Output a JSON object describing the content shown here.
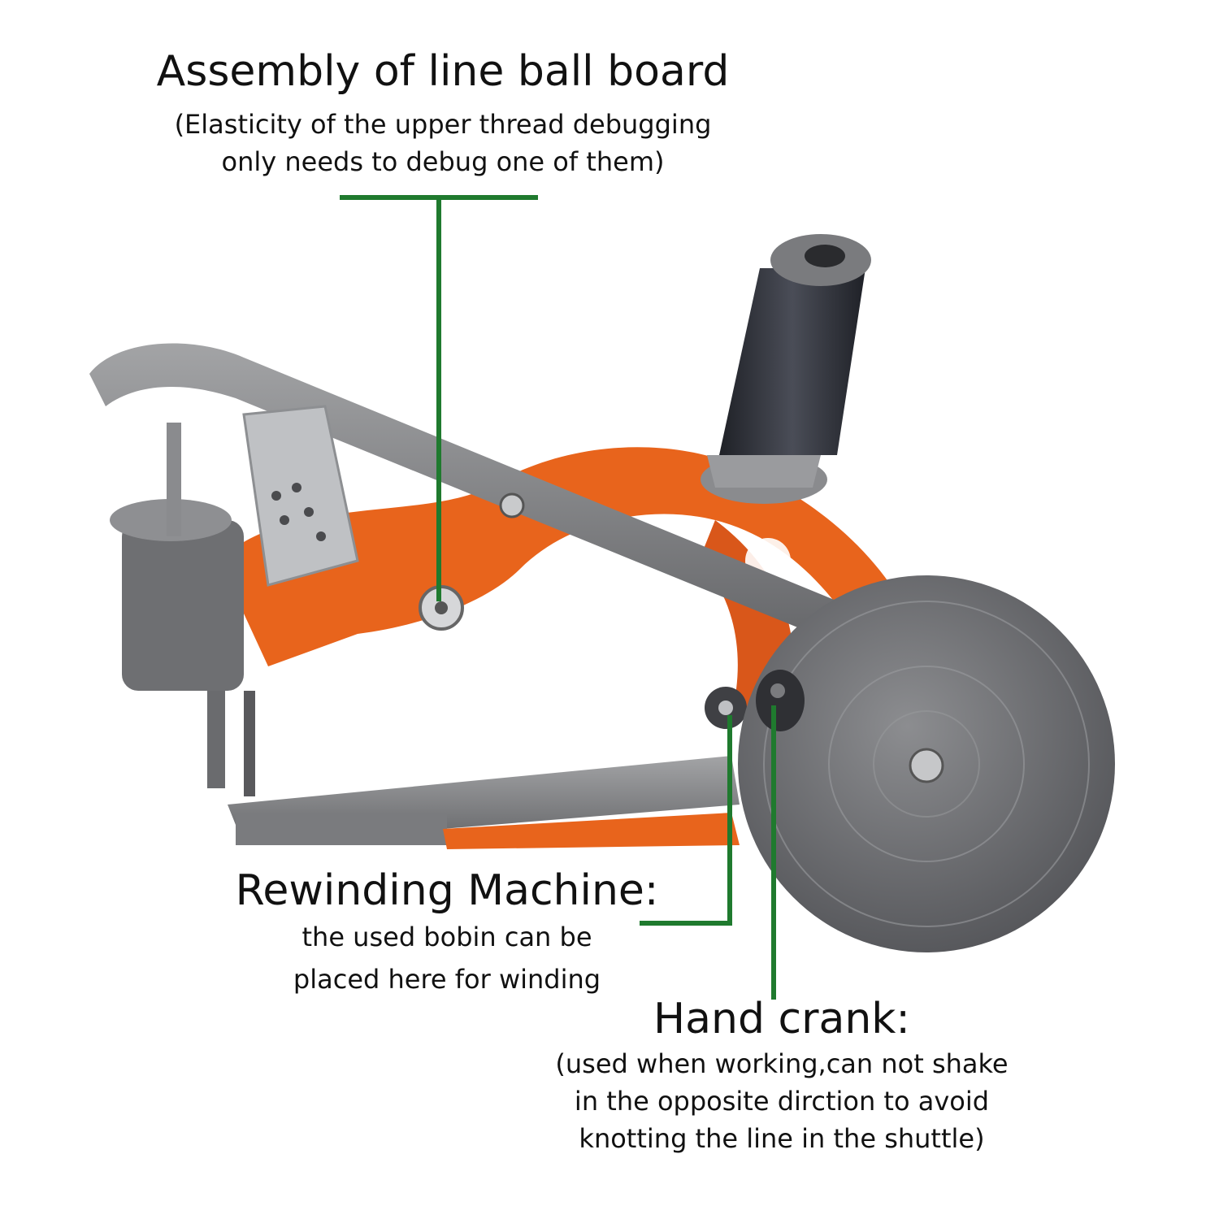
{
  "labels": {
    "assembly": {
      "title": "Assembly of line ball board",
      "lines": [
        "(Elasticity of the upper thread debugging",
        "only needs to debug one of them)"
      ]
    },
    "rewinding": {
      "title": "Rewinding Machine:",
      "lines": [
        "the  used bobin can be",
        "placed here for winding"
      ]
    },
    "crank": {
      "title": "Hand crank:",
      "lines": [
        "(used when working,can not shake",
        "in the opposite dirction to avoid",
        "knotting the line in the shuttle)"
      ]
    }
  },
  "colors": {
    "leader": "#1f7a2e",
    "frame": "#e8641c",
    "metal": "#7d7e80",
    "wheel": "#6b6c6f",
    "spool": "#2b2d33"
  }
}
